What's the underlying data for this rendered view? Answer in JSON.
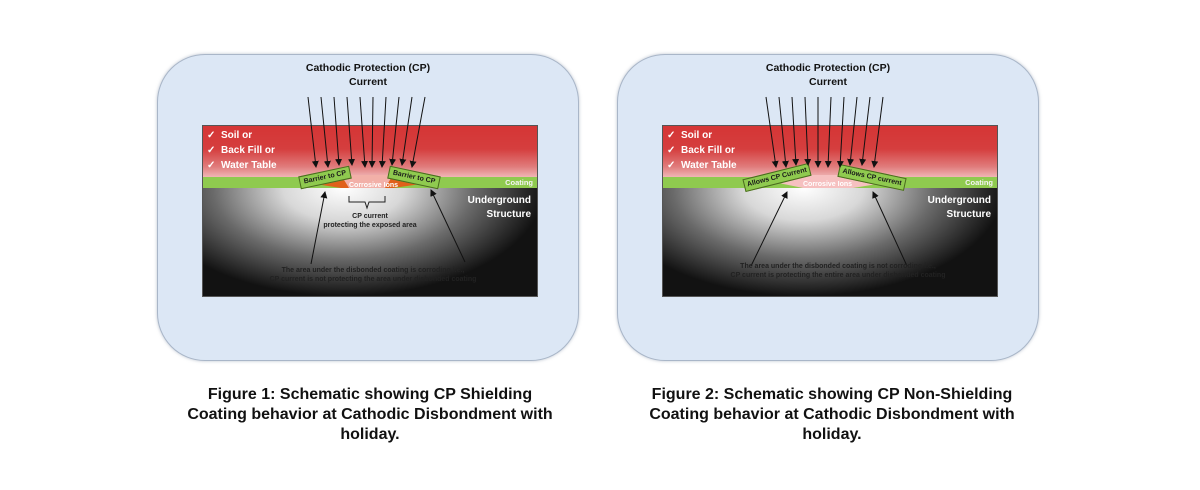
{
  "figures": [
    {
      "title_line1": "Cathodic Protection (CP)",
      "title_line2": "Current",
      "soil_items": [
        "Soil or",
        "Back Fill or",
        "Water Table"
      ],
      "coating_label": "Coating",
      "structure_line1": "Underground",
      "structure_line2": "Structure",
      "corrosive_label": "Corrosive Ions",
      "tab_left": "Barrier to CP",
      "tab_right": "Barrier to CP",
      "bracket_label_line1": "CP current",
      "bracket_label_line2": "protecting the exposed area",
      "note_line1": "The area under the disbonded coating is corroding i.e.,",
      "note_line2": "CP current is not protecting the area under disbonded coating",
      "caption_line1": "Figure 1:  Schematic showing CP Shielding",
      "caption_line2": "Coating behavior at Cathodic Disbondment with",
      "caption_line3": "holiday."
    },
    {
      "title_line1": "Cathodic Protection (CP)",
      "title_line2": "Current",
      "soil_items": [
        "Soil or",
        "Back Fill or",
        "Water Table"
      ],
      "coating_label": "Coating",
      "structure_line1": "Underground",
      "structure_line2": "Structure",
      "corrosive_label": "Corrosive Ions",
      "tab_left": "Allows CP Current",
      "tab_right": "Allows CP current",
      "note_line1": "The area under the disbonded coating is not corroding i.e.,",
      "note_line2": "CP current is protecting the entire area under disbonded coating",
      "caption_line1": "Figure 2:  Schematic showing CP Non-Shielding",
      "caption_line2": "Coating behavior at Cathodic Disbondment with",
      "caption_line3": "holiday."
    }
  ],
  "colors": {
    "panel_bg": "#dce7f5",
    "soil_red": "#d53535",
    "coating_green": "#8fca4f",
    "corrosion_orange": "#e0601a"
  },
  "icons": {
    "check": "check-icon",
    "arrow": "arrow-icon"
  }
}
